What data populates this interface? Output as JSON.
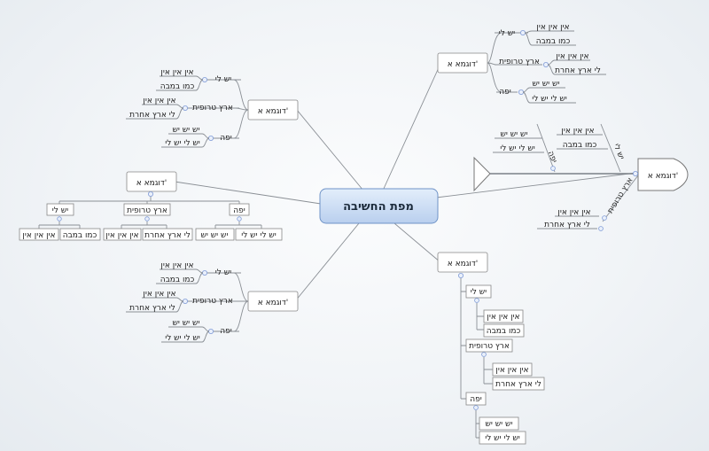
{
  "title": "מפת החשיבה",
  "example": "דוגמא א'",
  "labels": {
    "yesh_li": "יש לי",
    "eretz": "ארץ טרופית",
    "yafe": "יפה",
    "ein": "אין אין אין",
    "kmo": "כמו במבה",
    "li_eretz": "לי ארץ אחרת",
    "yesh3": "יש יש יש",
    "yesh_li_yesh": "יש לי יש לי"
  },
  "fishbone": {
    "bone_top": "יש לי",
    "bone_mid": "יפה",
    "bone_bottom": "ארץ טרופית"
  },
  "colors": {
    "accent": "#4a86d8",
    "center_fill": "#cfe0f5",
    "line": "#8a8f95"
  }
}
